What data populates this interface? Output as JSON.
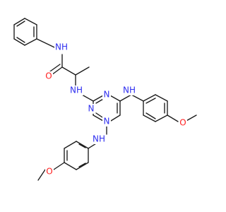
{
  "molecule": {
    "colors": {
      "bond": "#1a1a1a",
      "nitrogen": "#2f2ff0",
      "oxygen": "#ff2020"
    },
    "labels": {
      "nh_amide": "NH",
      "o_carbonyl": "O",
      "nh_left": "NH",
      "n_top": "N",
      "n_left": "N",
      "n_bottom": "N",
      "nh_right": "NH",
      "nh_bottom": "NH",
      "o_methoxy_right": "O",
      "o_methoxy_bottom": "O"
    }
  }
}
